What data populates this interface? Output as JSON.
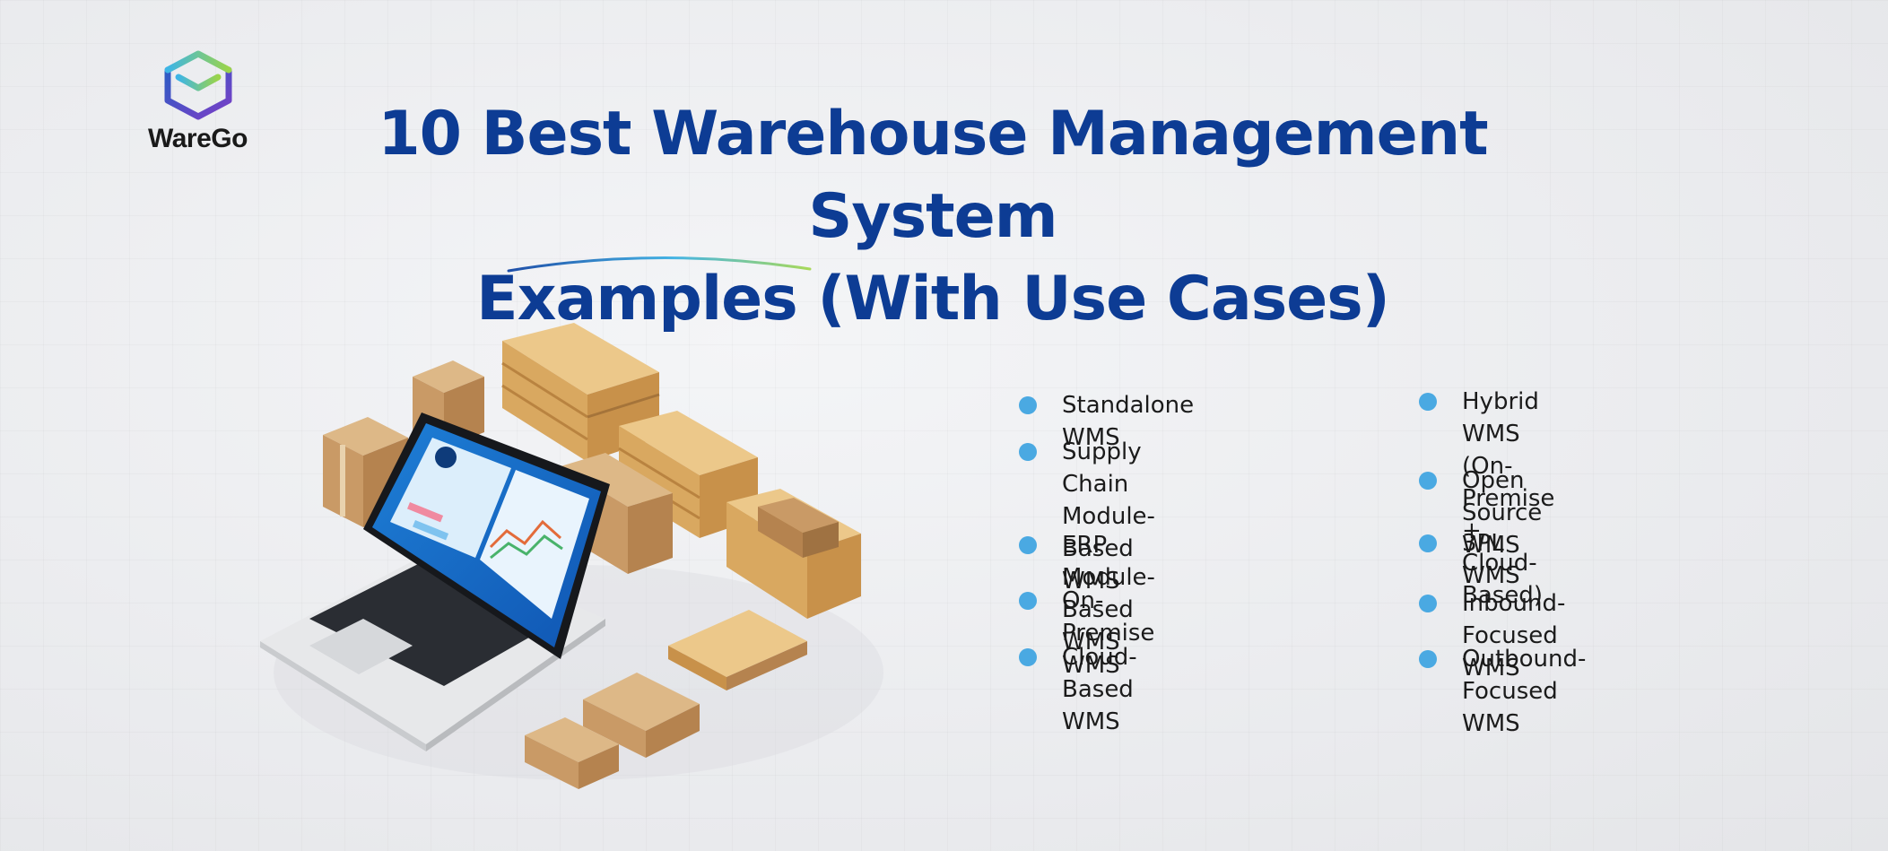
{
  "brand": {
    "name": "WareGo",
    "logo_icon": "cube-logo-icon"
  },
  "title": {
    "line1": "10 Best Warehouse Management System",
    "line2": "Examples (With Use Cases)"
  },
  "colors": {
    "title": "#0d3c94",
    "bullet": "#4aa9e2",
    "text": "#1b1b1b",
    "underline_start": "#1f4fa8",
    "underline_mid": "#45b4e4",
    "underline_end": "#a8d95a"
  },
  "illustration": {
    "icon": "laptop-warehouse-illustration"
  },
  "items": {
    "left": [
      "Standalone WMS",
      "Supply Chain\nModule-Based WMS",
      "ERP Module-Based WMS",
      "On-Premise WMS",
      "Cloud-Based WMS"
    ],
    "right": [
      "Hybrid WMS\n(On-Premise + Cloud-Based)",
      "Open Source WMS",
      "3PL WMS",
      "Inbound-Focused WMS",
      "Outbound-Focused WMS"
    ]
  }
}
